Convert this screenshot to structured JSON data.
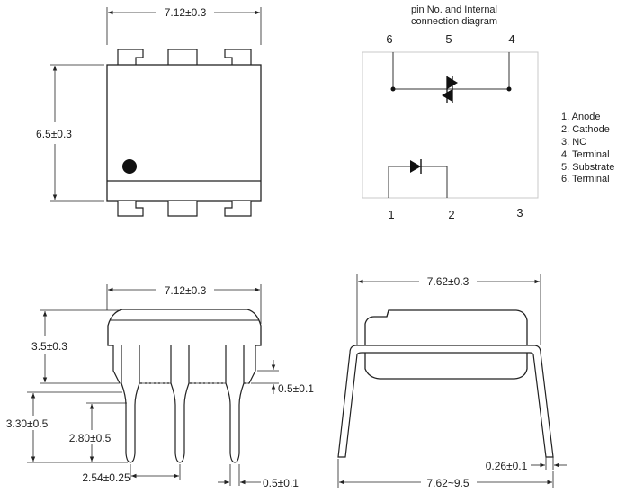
{
  "top_view": {
    "width_dim": "7.12±0.3",
    "height_dim": "6.5±0.3"
  },
  "connection_diagram": {
    "title_line1": "pin No. and Internal",
    "title_line2": "connection diagram",
    "pin_numbers_top": [
      "6",
      "5",
      "4"
    ],
    "pin_numbers_bottom": [
      "1",
      "2",
      "3"
    ],
    "pin_list": [
      "1.  Anode",
      "2.  Cathode",
      "3.  NC",
      "4.  Terminal",
      "5.  Substrate",
      "6.  Terminal"
    ]
  },
  "side_view": {
    "width_dim": "7.12±0.3",
    "body_height_dim": "3.5±0.3",
    "standoff_dim": "0.5±0.1",
    "lead_length_dim": "3.30±0.5",
    "lead_below_seat_dim": "2.80±0.5",
    "pitch_dim": "2.54±0.25",
    "lead_width_dim": "0.5±0.1"
  },
  "end_view": {
    "width_dim": "7.62±0.3",
    "lead_thickness_dim": "0.26±0.1",
    "span_dim": "7.62~9.5"
  }
}
